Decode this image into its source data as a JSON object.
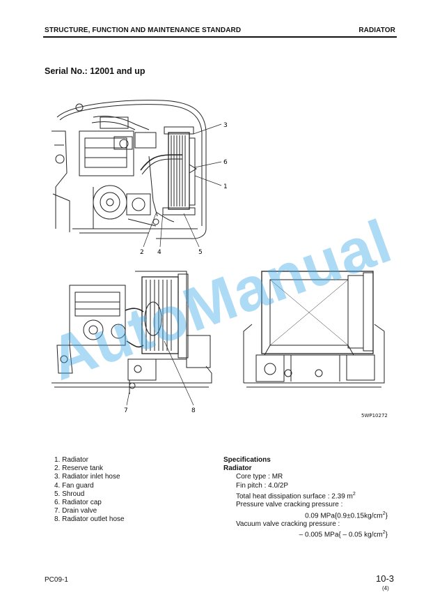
{
  "header": {
    "left": "STRUCTURE, FUNCTION AND MAINTENANCE STANDARD",
    "right": "RADIATOR"
  },
  "serial": "Serial No.: 12001 and up",
  "figure": {
    "callouts": [
      "1",
      "2",
      "3",
      "4",
      "5",
      "6",
      "7",
      "8"
    ],
    "code": "5WP10272"
  },
  "parts": [
    "1. Radiator",
    "2. Reserve tank",
    "3. Radiator inlet hose",
    "4. Fan guard",
    "5. Shroud",
    "6. Radiator cap",
    "7. Drain valve",
    "8. Radiator outlet hose"
  ],
  "specs": {
    "title": "Specifications",
    "subtitle": "Radiator",
    "core_type": "Core type : MR",
    "fin_pitch": "Fin pitch : 4.0/2P",
    "heat_prefix": "Total heat dissipation surface : 2.39 m",
    "heat_sup": "2",
    "pressure_label": "Pressure valve cracking pressure :",
    "pressure_prefix": "0.09 MPa{0.9±0.15kg/cm",
    "pressure_sup": "2",
    "pressure_suffix": "}",
    "vacuum_label": "Vacuum valve cracking pressure :",
    "vacuum_prefix": "– 0.005 MPa{ – 0.05 kg/cm",
    "vacuum_sup": "2",
    "vacuum_suffix": "}"
  },
  "footer": {
    "model": "PC09-1",
    "page": "10-3",
    "page_index": "(4)"
  },
  "watermark": "AutoManual"
}
